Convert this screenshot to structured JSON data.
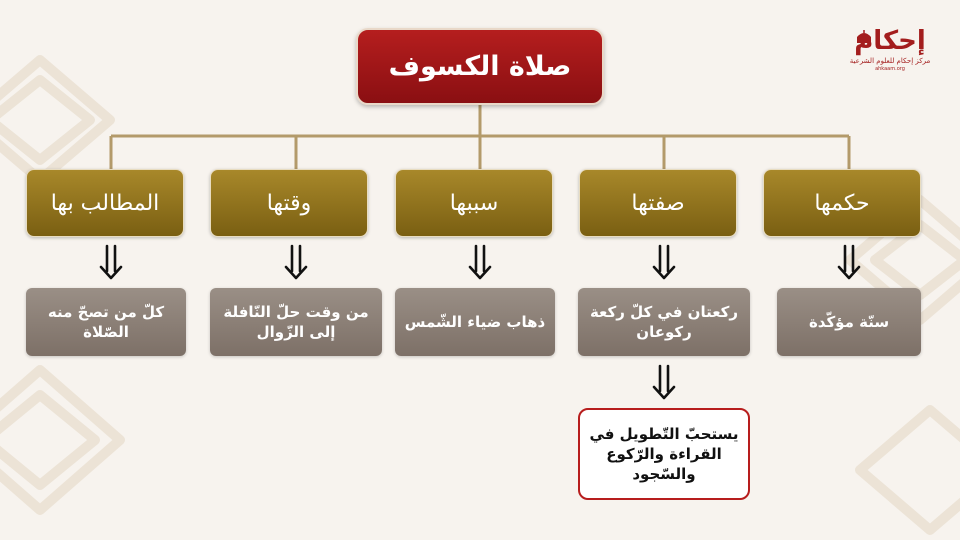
{
  "title": "صلاة الكسوف",
  "logo": {
    "name": "إحكام",
    "tagline": "مركز إحكام للعلوم الشرعية",
    "small": "ahkaam.org"
  },
  "branches": [
    {
      "heading": "حكمها",
      "description": "سنّة مؤكّدة"
    },
    {
      "heading": "صفتها",
      "description": "ركعتان في كلّ ركعة ركوعان",
      "note": "يستحبّ التّطويل في القراءة والرّكوع والسّجود"
    },
    {
      "heading": "سببها",
      "description": "ذهاب ضياء الشّمس"
    },
    {
      "heading": "وقتها",
      "description": "من وقت حلّ النّافلة إلى الزّوال"
    },
    {
      "heading": "المطالب بها",
      "description": "كلّ من تصحّ منه الصّلاة"
    }
  ],
  "colors": {
    "title_red": "#9e1518",
    "heading_gold": "#8e7220",
    "description_gray": "#8a7e75",
    "connector": "#b39a6a",
    "background": "#f7f3ee"
  }
}
